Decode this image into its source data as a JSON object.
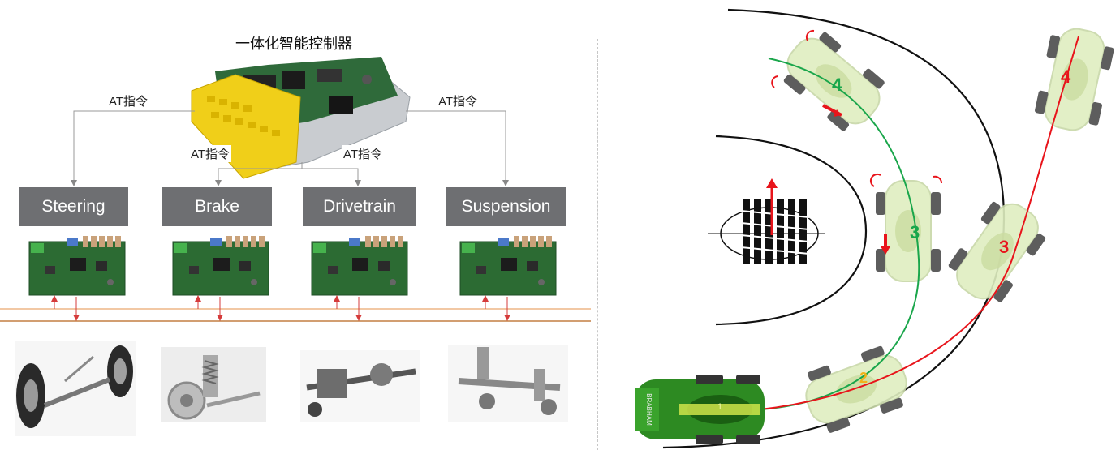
{
  "controller": {
    "title": "一体化智能控制器",
    "cmd_steering": "AT指令",
    "cmd_suspension": "AT指令",
    "cmd_brake": "AT指令",
    "cmd_drivetrain": "AT指令"
  },
  "subsystems": [
    {
      "label": "Steering"
    },
    {
      "label": "Brake"
    },
    {
      "label": "Drivetrain"
    },
    {
      "label": "Suspension"
    }
  ],
  "trajectory": {
    "green_steps": [
      "3",
      "4"
    ],
    "red_steps": [
      "2",
      "3",
      "4"
    ],
    "car_brand": "BRABHAM",
    "car_number": "1"
  },
  "colors": {
    "box": "#6e6f72",
    "green_path": "#1aa64b",
    "red_path": "#e8141b",
    "bus_line": "#e9a86e",
    "bus_line_dark": "#b8651c"
  }
}
